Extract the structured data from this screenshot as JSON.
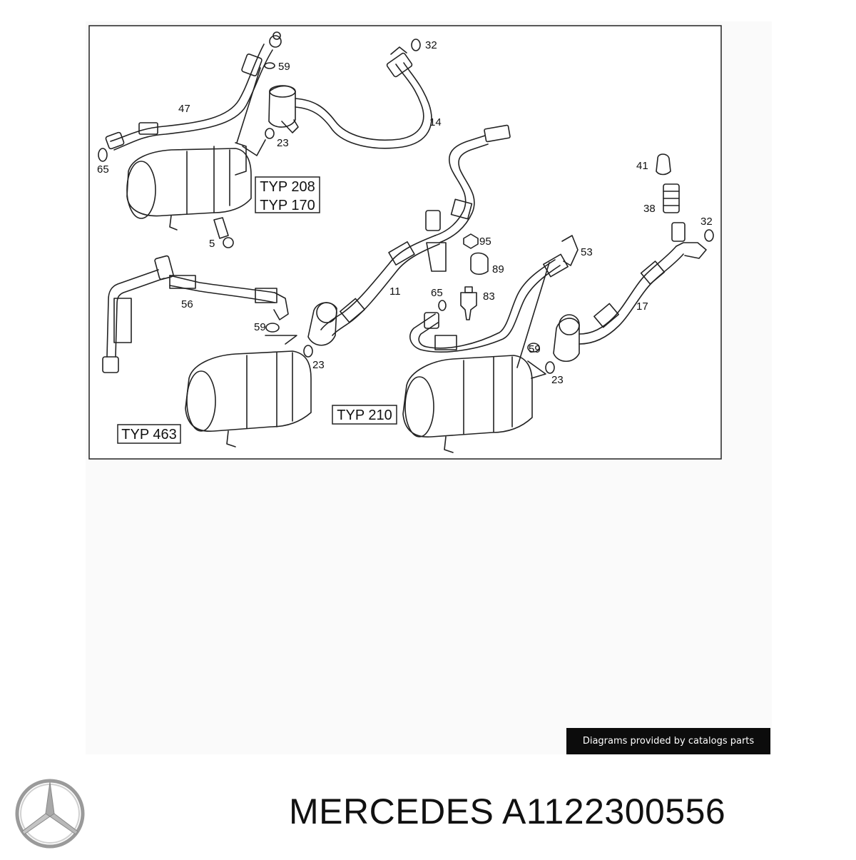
{
  "diagram": {
    "callouts": [
      "32",
      "59",
      "47",
      "14",
      "23",
      "65",
      "5",
      "56",
      "11",
      "95",
      "89",
      "65",
      "83",
      "53",
      "41",
      "38",
      "32",
      "17",
      "59",
      "23",
      "59",
      "23"
    ],
    "variant_labels": {
      "typ208": "TYP 208",
      "typ170": "TYP 170",
      "typ463": "TYP 463",
      "typ210": "TYP 210"
    }
  },
  "credit_label": "Diagrams provided by catalogs parts",
  "brand": "MERCEDES",
  "part_number": "A1122300556",
  "logo": {
    "icon": "mercedes-star-icon"
  }
}
